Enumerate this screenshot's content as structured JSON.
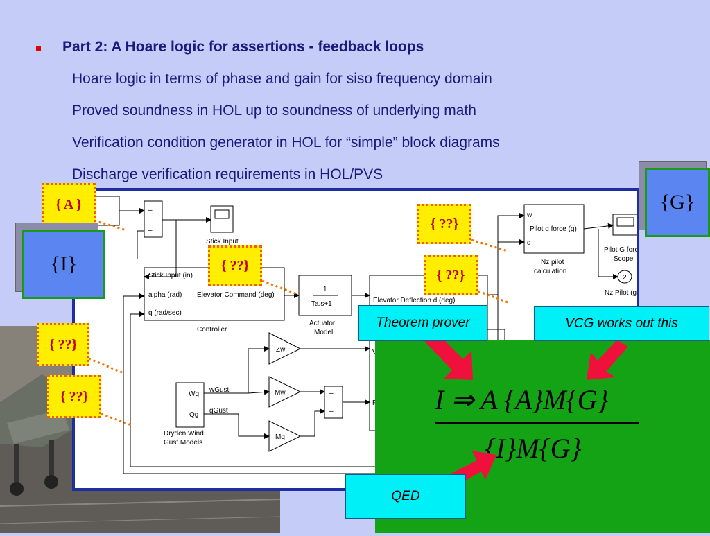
{
  "slide": {
    "title": "Part 2: A Hoare logic for assertions - feedback loops",
    "subpoints": [
      "Hoare logic in terms of phase and gain for siso frequency domain",
      "Proved soundness in HOL up to soundness of underlying math",
      "Verification condition generator in HOL for “simple” block diagrams",
      "Discharge verification requirements in HOL/PVS"
    ]
  },
  "annotations": {
    "a": "{ A }",
    "unknown": "{ ??}",
    "i": "{I}",
    "g": "{G}"
  },
  "callouts": {
    "theorem_prover": "Theorem prover",
    "vcg": "VCG works out this",
    "qed": "QED"
  },
  "rule": {
    "premise": "I ⇒ A    {A}M{G}",
    "conclusion": "{I}M{G}"
  },
  "diagram": {
    "stick_input": "Stick Input",
    "controller": "Controller",
    "ctrl_in_stick": "Stick Input (in)",
    "ctrl_in_alpha": "alpha (rad)",
    "ctrl_in_q": "q (rad/sec)",
    "ctrl_out": "Elevator Command (deg)",
    "actuator_num": "1",
    "actuator_den": "Ta.s+1",
    "actuator_label1": "Actuator",
    "actuator_label2": "Model",
    "aircraft_in": "Elevator Deflection d (deg)",
    "nz_in_w": "w",
    "nz_in_q": "q",
    "nz_out": "Pilot g force (g)",
    "nz_label1": "Nz pilot",
    "nz_label2": "calculation",
    "scope_label1": "Pilot G force",
    "scope_label2": "Scope",
    "outport_num": "2",
    "outport_label": "Nz Pilot (g)",
    "zw": "Zw",
    "mw": "Mw",
    "mq": "Mq",
    "wg": "Wg",
    "qg": "Qg",
    "wgust": "wGust",
    "qgust": "qGust",
    "dryden1": "Dryden Wind",
    "dryden2": "Gust Models",
    "minus": "–",
    "v_in": "V",
    "p_in": "P"
  },
  "colors": {
    "slide_bg": "#c5ccf8",
    "title_text": "#1a1a7e",
    "annotation_fill": "#ffee00",
    "annotation_border": "#f06000",
    "set_box_fill": "#5b86f2",
    "green_panel": "#13a315",
    "cyan_callout": "#00f0f8",
    "arrow": "#f0103c"
  }
}
